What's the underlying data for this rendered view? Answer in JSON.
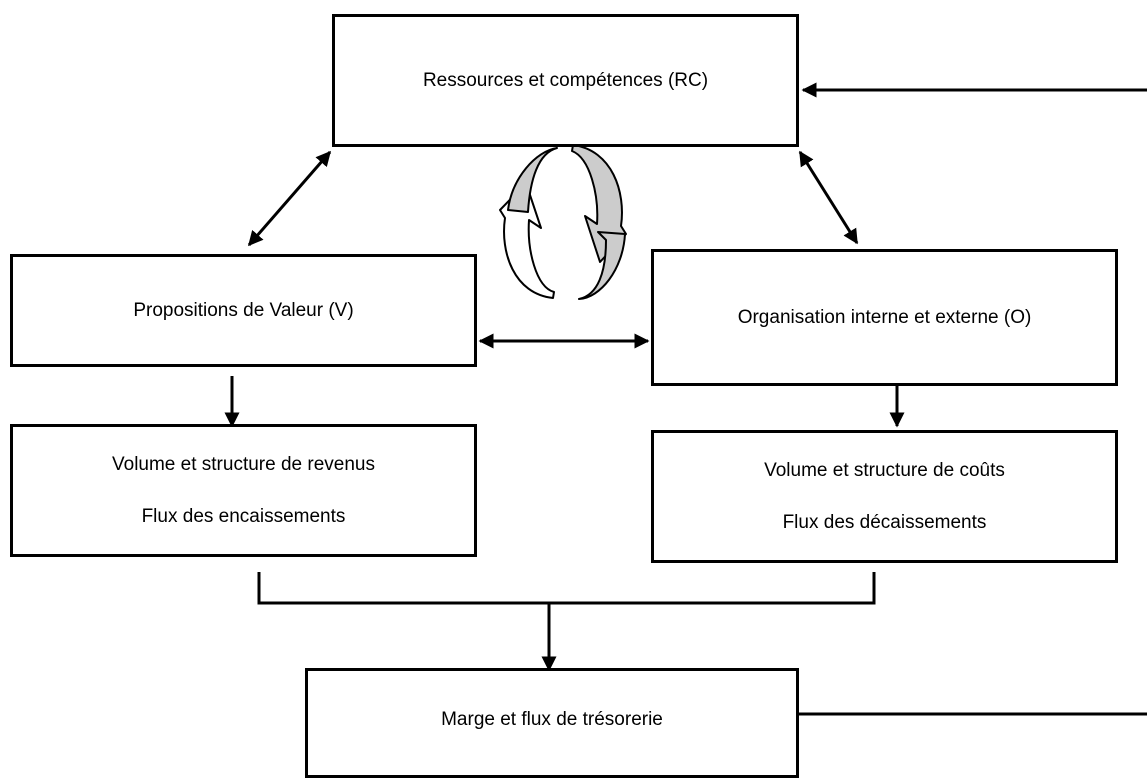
{
  "boxes": {
    "resources": "Ressources et compétences (RC)",
    "value_proposition": "Propositions de Valeur (V)",
    "organisation": "Organisation interne et externe (O)",
    "revenue_line1": "Volume et structure de revenus",
    "revenue_line2": "Flux des encaissements",
    "cost_line1": "Volume et structure de coûts",
    "cost_line2": "Flux des décaissements",
    "margin": "Marge et flux de trésorerie"
  },
  "colors": {
    "stroke": "#000000",
    "background": "#ffffff",
    "cycle_fill": "#cccccc"
  },
  "icons": {
    "cycle": "cycle-arrows-icon"
  }
}
